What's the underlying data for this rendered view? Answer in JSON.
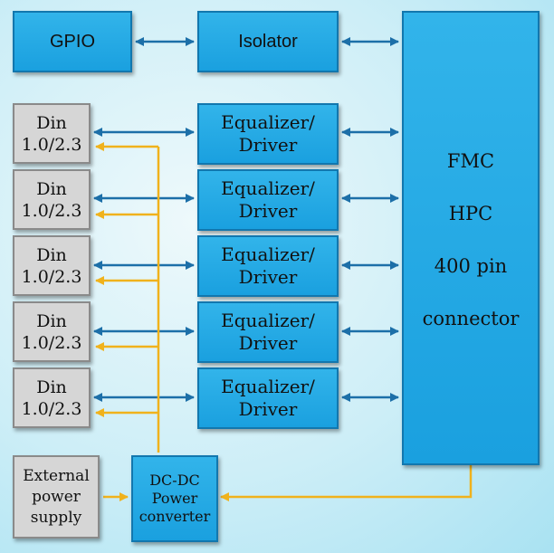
{
  "colors": {
    "blue_arrow": "#1c6fa8",
    "power_line": "#f0b21c",
    "block_fill": "#25aae5",
    "gray_fill": "#d6d6d6"
  },
  "gpio": {
    "label": "GPIO"
  },
  "isolator": {
    "label": "Isolator"
  },
  "fmc": {
    "lines": [
      "FMC",
      "HPC",
      "400 pin",
      "connector"
    ]
  },
  "din_ports": [
    {
      "label": "Din\n1.0/2.3"
    },
    {
      "label": "Din\n1.0/2.3"
    },
    {
      "label": "Din\n1.0/2.3"
    },
    {
      "label": "Din\n1.0/2.3"
    },
    {
      "label": "Din\n1.0/2.3"
    }
  ],
  "equalizers": [
    {
      "label": "Equalizer/\nDriver"
    },
    {
      "label": "Equalizer/\nDriver"
    },
    {
      "label": "Equalizer/\nDriver"
    },
    {
      "label": "Equalizer/\nDriver"
    },
    {
      "label": "Equalizer/\nDriver"
    }
  ],
  "external_power": {
    "label": "External\npower\nsupply"
  },
  "dcdc": {
    "label": "DC-DC\nPower\nconverter"
  }
}
